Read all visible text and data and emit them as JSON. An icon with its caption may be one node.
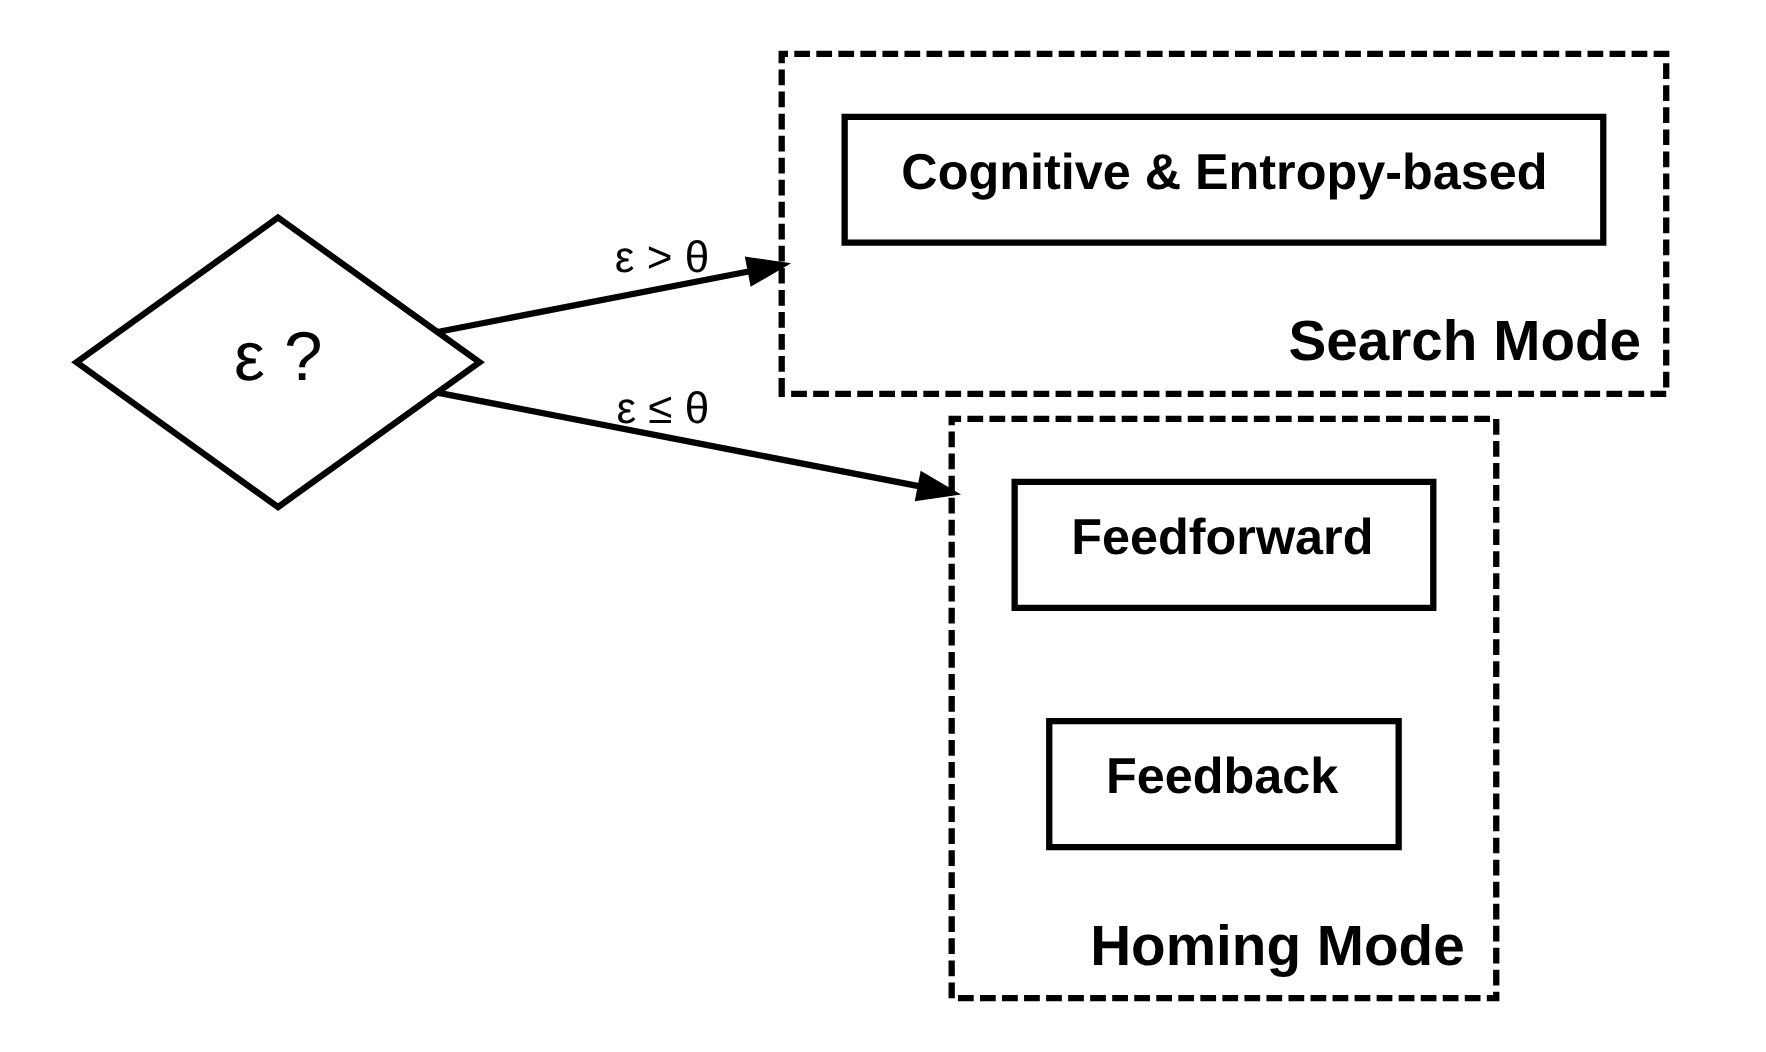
{
  "diagram": {
    "nodes": [
      {
        "text": [
          "ε ?"
        ]
      },
      {
        "text": [
          "Search Mode"
        ]
      },
      {
        "text": [
          "Cognitive & Entropy-based"
        ],
        "in": 1
      },
      {
        "text": [
          "Homing Mode"
        ]
      },
      {
        "text": [
          "Feedforward"
        ],
        "in": 3
      },
      {
        "text": [
          "Feedback"
        ],
        "in": 3
      }
    ],
    "edges": [
      {
        "from": 0,
        "to": 1,
        "arrow": "to",
        "label": "ε > θ"
      },
      {
        "from": 0,
        "to": 3,
        "arrow": "to",
        "label": "ε ≤ θ"
      }
    ]
  }
}
